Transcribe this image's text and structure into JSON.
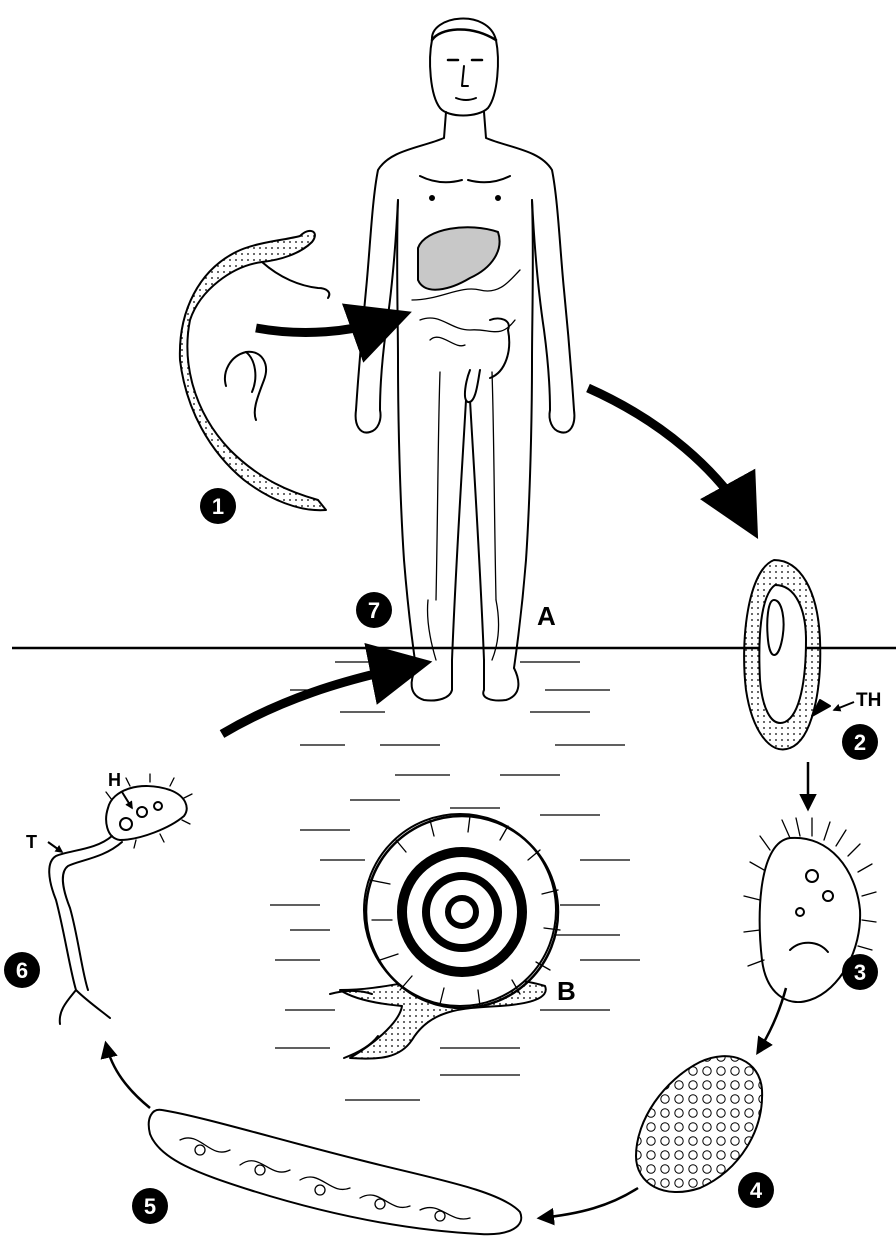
{
  "labels": {
    "host_human": "A",
    "host_snail": "B",
    "tail": "T",
    "head": "H",
    "tail_hook": "TH"
  },
  "stages": [
    "1",
    "2",
    "3",
    "4",
    "5",
    "6",
    "7"
  ],
  "colors": {
    "ink": "#000000",
    "paper": "#ffffff",
    "organ_fill": "#c8c8c8"
  }
}
